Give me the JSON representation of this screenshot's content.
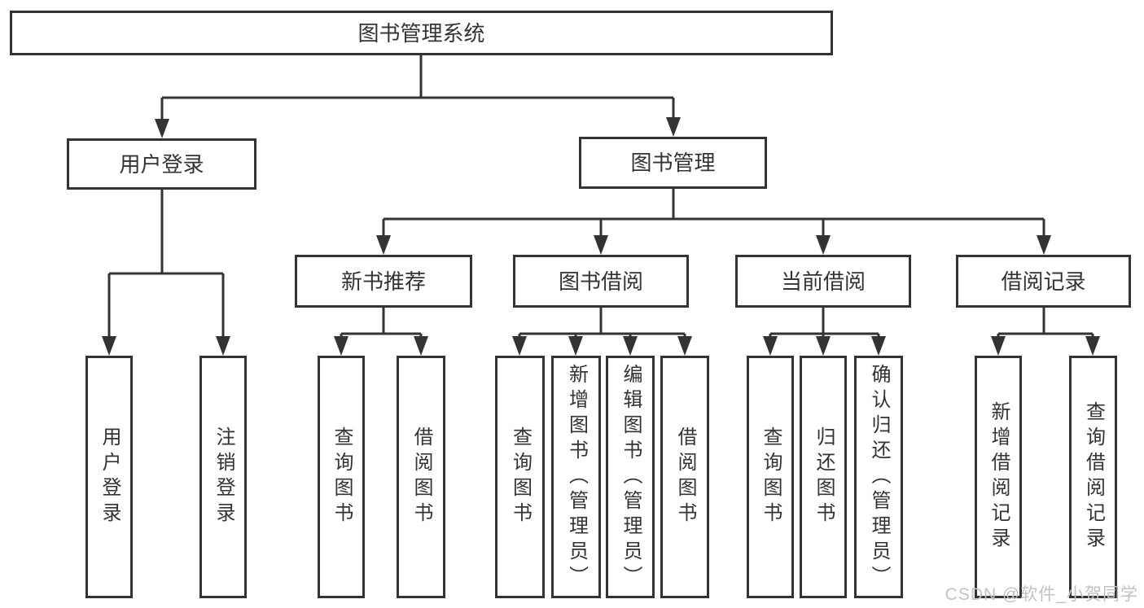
{
  "tree": {
    "label": "图书管理系统",
    "children": [
      {
        "label": "用户登录",
        "children": [
          {
            "label": "用户登录"
          },
          {
            "label": "注销登录"
          }
        ]
      },
      {
        "label": "图书管理",
        "children": [
          {
            "label": "新书推荐",
            "children": [
              {
                "label": "查询图书"
              },
              {
                "label": "借阅图书"
              }
            ]
          },
          {
            "label": "图书借阅",
            "children": [
              {
                "label": "查询图书"
              },
              {
                "label": "新增图书（管理员）"
              },
              {
                "label": "编辑图书（管理员）"
              },
              {
                "label": "借阅图书"
              }
            ]
          },
          {
            "label": "当前借阅",
            "children": [
              {
                "label": "查询图书"
              },
              {
                "label": "归还图书"
              },
              {
                "label": "确认归还（管理员）"
              }
            ]
          },
          {
            "label": "借阅记录",
            "children": [
              {
                "label": "新增借阅记录"
              },
              {
                "label": "查询借阅记录"
              }
            ]
          }
        ]
      }
    ]
  },
  "watermark": "CSDN @软件_小贺同学",
  "colors": {
    "line": "#333333",
    "text": "#333333",
    "box_background": "#ffffff",
    "background": "#ffffff",
    "watermark": "#c2c2c2"
  }
}
